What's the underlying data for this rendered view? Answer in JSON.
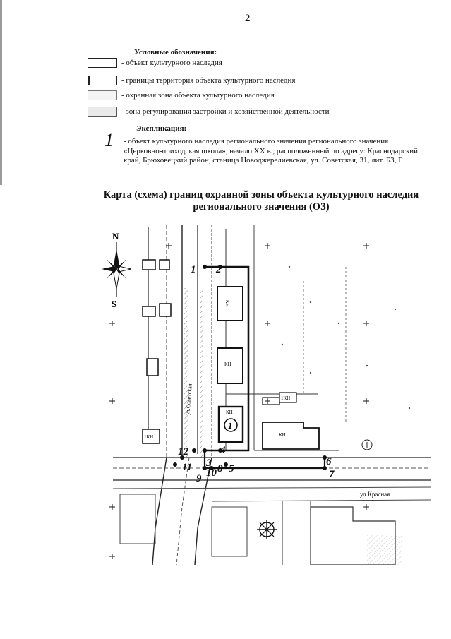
{
  "page": {
    "number": "2"
  },
  "legend": {
    "title": "Условные обозначения:",
    "items": [
      {
        "label": "- объект культурного наследия"
      },
      {
        "label": "- границы территория объекта культурного наследия"
      },
      {
        "label": "- охранная зона объекта культурного наследия"
      },
      {
        "label": "- зона регулирования застройки и хозяйственной деятельности"
      }
    ]
  },
  "explication": {
    "title": "Экспликация:",
    "number": "1",
    "text": "- объект культурного наследия регионального значения регионального значения «Церковно-приходская школа», начало ХХ в., расположенный по адресу: Краснодарский край, Брюховецкий район, станица Новоджерелиевская, ул. Советская, 31, лит. Б3, Г"
  },
  "map_title": {
    "line1": "Карта (схема) границ охранной зоны объекта культурного наследия",
    "line2": "регионального значения (ОЗ)"
  },
  "map": {
    "compass": {
      "north": "N",
      "south": "S"
    },
    "points": [
      "1",
      "2",
      "3",
      "4",
      "5",
      "6",
      "7",
      "8",
      "9",
      "10",
      "11",
      "12"
    ],
    "object_marker": "1",
    "street_sovetskaya": "ул.Советская",
    "street_krasnaya": "ул.Красная",
    "building_labels": [
      "КН",
      "КН",
      "КН",
      "1КН",
      "КН",
      "1КН"
    ]
  }
}
